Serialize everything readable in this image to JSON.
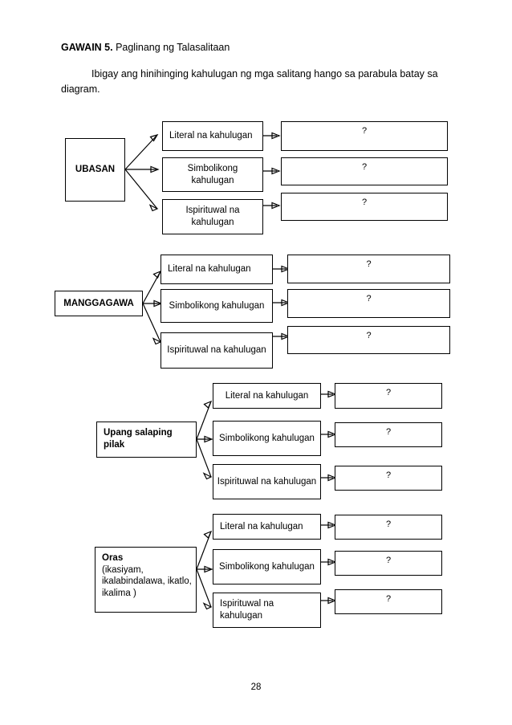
{
  "document": {
    "heading_bold": "GAWAIN 5.",
    "heading_rest": " Paglinang ng Talasalitaan",
    "instruction": "Ibigay ang hinihinging kahulugan ng mga salitang hango sa parabula batay sa diagram.",
    "page_number": "28",
    "ink_color": "#000000",
    "paper_color": "#ffffff"
  },
  "labels": {
    "literal": "Literal na kahulugan",
    "simboliko": "Simbolikong kahulugan",
    "ispirituwal": "Ispirituwal na kahulugan",
    "answer_placeholder": "?"
  },
  "groups": [
    {
      "id": "ubasan",
      "source": "UBASAN",
      "source_sub": "",
      "branches": [
        {
          "label": "Literal na kahulugan",
          "answer": "?"
        },
        {
          "label": "Simbolikong kahulugan",
          "answer": "?"
        },
        {
          "label": "Ispirituwal na kahulugan",
          "answer": "?"
        }
      ]
    },
    {
      "id": "manggagawa",
      "source": "MANGGAGAWA",
      "source_sub": "",
      "branches": [
        {
          "label": "Literal na kahulugan",
          "answer": "?"
        },
        {
          "label": "Simbolikong kahulugan",
          "answer": "?"
        },
        {
          "label": "Ispirituwal na kahulugan",
          "answer": "?"
        }
      ]
    },
    {
      "id": "salaping-pilak",
      "source": "Upang salaping pilak",
      "source_sub": "",
      "branches": [
        {
          "label": "Literal na kahulugan",
          "answer": "?"
        },
        {
          "label": "Simbolikong kahulugan",
          "answer": "?"
        },
        {
          "label": "Ispirituwal na kahulugan",
          "answer": "?"
        }
      ]
    },
    {
      "id": "oras",
      "source": "Oras",
      "source_sub": "(ikasiyam, ikalabindalawa, ikatlo, ikalima )",
      "branches": [
        {
          "label": "Literal na kahulugan",
          "answer": "?"
        },
        {
          "label": "Simbolikong kahulugan",
          "answer": "?"
        },
        {
          "label": "Ispirituwal na kahulugan",
          "answer": "?"
        }
      ]
    }
  ]
}
